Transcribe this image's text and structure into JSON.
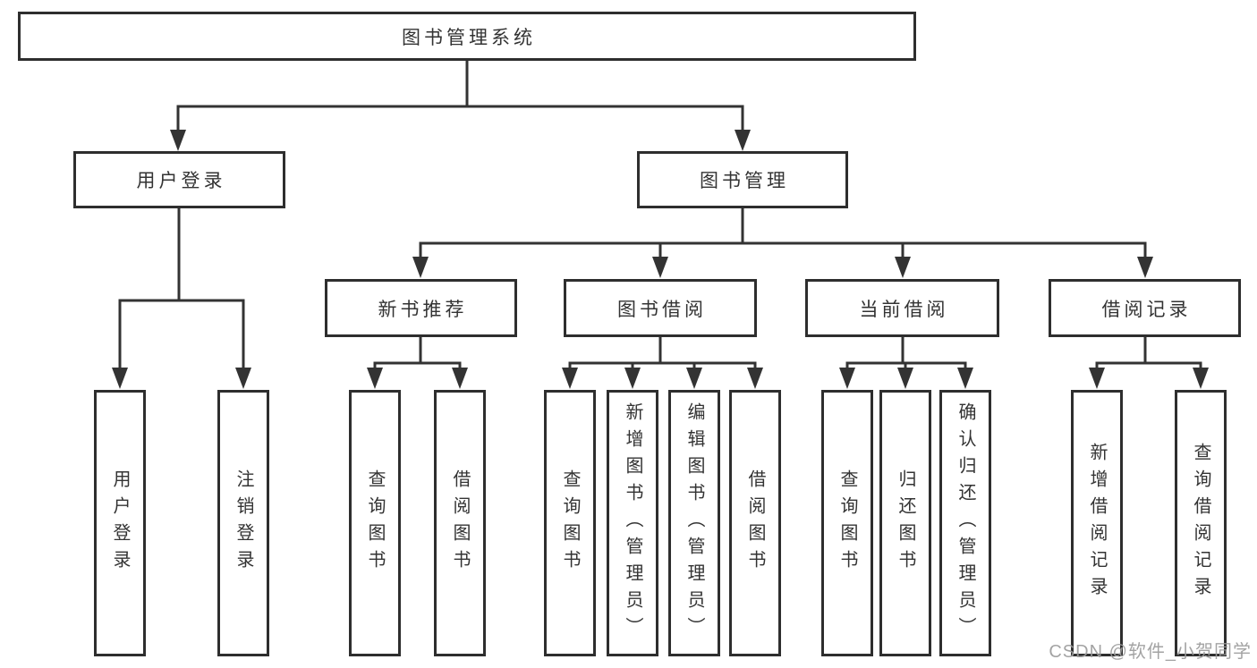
{
  "tree": {
    "root": {
      "label": "图书管理系统"
    },
    "level2": [
      {
        "label": "用户登录"
      },
      {
        "label": "图书管理"
      }
    ],
    "level3": [
      {
        "label": "新书推荐"
      },
      {
        "label": "图书借阅"
      },
      {
        "label": "当前借阅"
      },
      {
        "label": "借阅记录"
      }
    ],
    "leaves": {
      "user_login": [
        "用户登录",
        "注销登录"
      ],
      "new_book_recommend": [
        "查询图书",
        "借阅图书"
      ],
      "book_borrow": [
        "查询图书",
        "新增图书（管理员）",
        "编辑图书（管理员）",
        "借阅图书"
      ],
      "current_borrow": [
        "查询图书",
        "归还图书",
        "确认归还（管理员）"
      ],
      "borrow_records": [
        "新增借阅记录",
        "查询借阅记录"
      ]
    }
  },
  "watermark": {
    "text": "CSDN @软件_小贺同学"
  },
  "colors": {
    "line": "#333333",
    "box_border": "#2e2e2e",
    "text": "#333333",
    "watermark": "#9c9c9c",
    "background": "#ffffff"
  }
}
